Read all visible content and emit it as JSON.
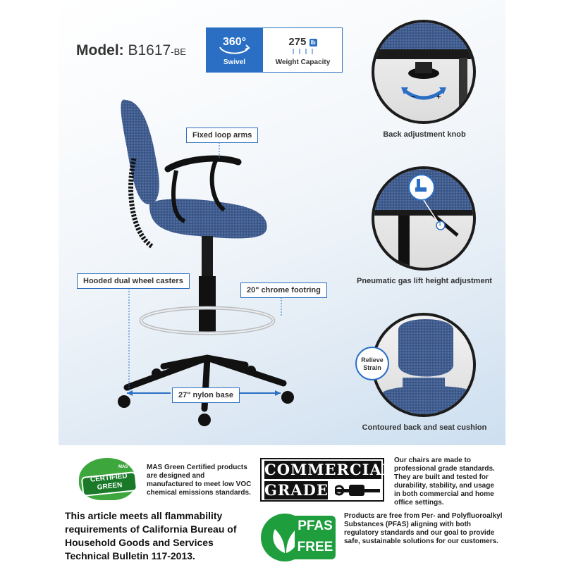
{
  "model": {
    "label": "Model:",
    "code": "B1617",
    "suffix": "-BE"
  },
  "badges": {
    "swivel": {
      "value": "360°",
      "label": "Swivel"
    },
    "weight": {
      "value": "275",
      "unit": "lb",
      "label": "Weight Capacity"
    }
  },
  "callouts": {
    "arms": "Fixed loop arms",
    "casters": "Hooded dual wheel casters",
    "footring": "20\" chrome footring",
    "base": "27\" nylon base"
  },
  "details": [
    {
      "caption": "Back adjustment knob",
      "minus": "−",
      "plus": "+"
    },
    {
      "caption": "Pneumatic gas lift height adjustment",
      "marker": "1"
    },
    {
      "caption": "Contoured back and seat cushion",
      "badge_line1": "Relieve",
      "badge_line2": "Strain"
    }
  ],
  "certs": {
    "mas_logo_line1": "CERTIFIED",
    "mas_logo_line2": "GREEN",
    "mas_small": "MAS",
    "mas_text": "MAS Green Certified products are designed and manufactured to meet low VOC chemical emissions standards.",
    "commercial_line1": "COMMERCIAL",
    "commercial_line2": "GRADE",
    "commercial_text": "Our chairs are made to professional grade standards. They are built and tested for durability, stability, and usage in both commercial and home office settings.",
    "flammability": "This article meets all flammability requirements of California Bureau of Household Goods and Services Technical Bulletin 117-2013.",
    "pfas_line1": "PFAS",
    "pfas_line2": "FREE",
    "pfas_text": "Products are free from Per- and Polyfluoroalkyl Substances (PFAS) aligning with both regulatory standards and our goal to provide safe, sustainable solutions for our customers."
  },
  "colors": {
    "accent": "#2a6fc4",
    "fabric": "#3d5a8c",
    "green": "#1f9e3e"
  },
  "icons": [
    "swivel-360-icon",
    "weight-icon",
    "adjust-arrows-icon",
    "lever-icon",
    "leaf-icon",
    "wrench-fist-icon"
  ]
}
